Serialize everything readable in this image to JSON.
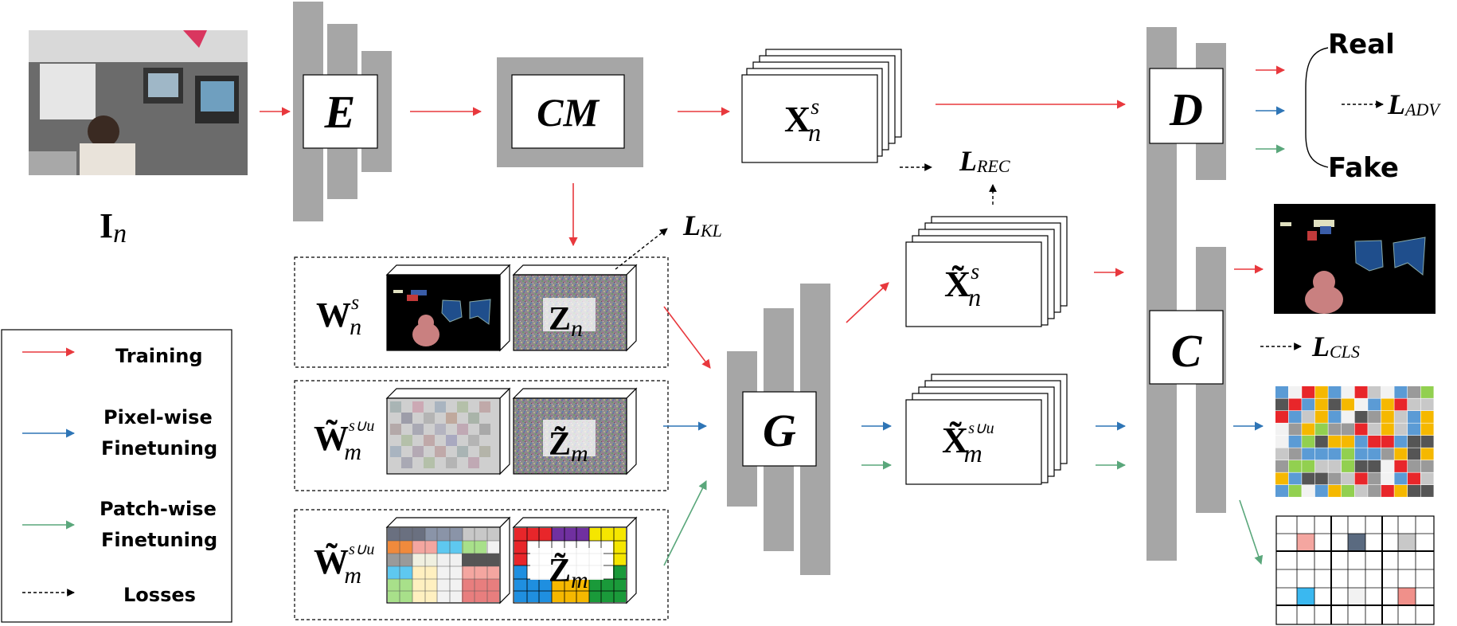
{
  "colors": {
    "training": "#e8383d",
    "pixel_wise": "#2e75b6",
    "patch_wise": "#5aa77b",
    "loss": "#000000",
    "block_gray": "#a6a6a6",
    "seg_background": "#000000",
    "seg_person": "#c98080",
    "seg_blue": "#1f4e8c"
  },
  "input": {
    "symbol": "I",
    "subscript": "n",
    "image_desc": "office-photo"
  },
  "blocks": {
    "encoder": "E",
    "cm": "CM",
    "generator": "G",
    "discriminator": "D",
    "classifier": "C"
  },
  "features": {
    "x_s": {
      "base": "X",
      "sup": "s",
      "sub": "n"
    },
    "x_tilde_s": {
      "base": "X̃",
      "sup": "s",
      "sub": "n"
    },
    "x_tilde_su": {
      "base": "X̃",
      "sup": "s∪u",
      "sub": "m"
    }
  },
  "latent_rows": [
    {
      "w_base": "W",
      "w_sup": "s",
      "w_sub": "n",
      "z_base": "Z",
      "z_sub": "n"
    },
    {
      "w_base": "W̃",
      "w_sup": "s∪u",
      "w_sub": "m",
      "z_base": "Z̃",
      "z_sub": "m"
    },
    {
      "w_base": "W̃",
      "w_sup": "s∪u",
      "w_sub": "m",
      "z_base": "Z̃",
      "z_sub": "m"
    }
  ],
  "losses": {
    "kl": {
      "L": "L",
      "sub": "KL"
    },
    "rec": {
      "L": "L",
      "sub": "REC"
    },
    "adv": {
      "L": "L",
      "sub": "ADV"
    },
    "cls": {
      "L": "L",
      "sub": "CLS"
    }
  },
  "outputs": {
    "real": "Real",
    "fake": "Fake"
  },
  "legend": {
    "training": "Training",
    "pixel_wise_1": "Pixel-wise",
    "pixel_wise_2": "Finetuning",
    "patch_wise_1": "Patch-wise",
    "patch_wise_2": "Finetuning",
    "losses": "Losses"
  }
}
